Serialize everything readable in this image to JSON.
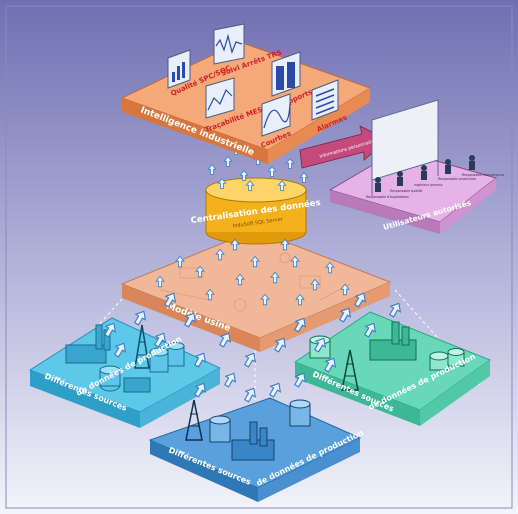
{
  "colors": {
    "background_top": "#6f6fb2",
    "background_bottom": "#f4f4fb",
    "intelligence_layer": "#f5a878",
    "model_layer": "#f0b898",
    "users_layer": "#e6b3e6",
    "database": "#f3b21c",
    "source_left": "#5ec8e8",
    "source_right": "#68d8b8",
    "source_bottom": "#5aa0dc",
    "label_red": "#d0202a",
    "arrow_blue": "#3a7cc8"
  },
  "intelligence": {
    "title": "Intelligence industrielle",
    "modules": [
      {
        "label": "Qualité SPC/SQC",
        "icon": "bar-chart-icon"
      },
      {
        "label": "Suivi Arrêts TRS",
        "icon": "waveform-icon"
      },
      {
        "label": "Traçabilité MES",
        "icon": "trend-icon"
      },
      {
        "label": "Rapports",
        "icon": "report-icon"
      },
      {
        "label": "Courbes",
        "icon": "curve-icon"
      },
      {
        "label": "Alarmes",
        "icon": "alarm-list-icon"
      }
    ]
  },
  "info_arrow": {
    "label": "Informations personnalisées"
  },
  "users": {
    "title": "Utilisateurs autorisés",
    "roles": [
      "Responsable d'exploitation",
      "Responsable qualité",
      "Ingénieur process",
      "Responsable production",
      "Responsable maintenance"
    ]
  },
  "database": {
    "title": "Centralisation des données",
    "subtitle": "InduSoft SQL Server"
  },
  "model": {
    "title": "Modèle usine"
  },
  "sources": {
    "left": {
      "line1": "Différentes sources",
      "line2": "de données de production"
    },
    "right": {
      "line1": "Différentes sources",
      "line2": "de données de production"
    },
    "bottom": {
      "line1": "Différentes sources",
      "line2": "de données de production"
    }
  }
}
